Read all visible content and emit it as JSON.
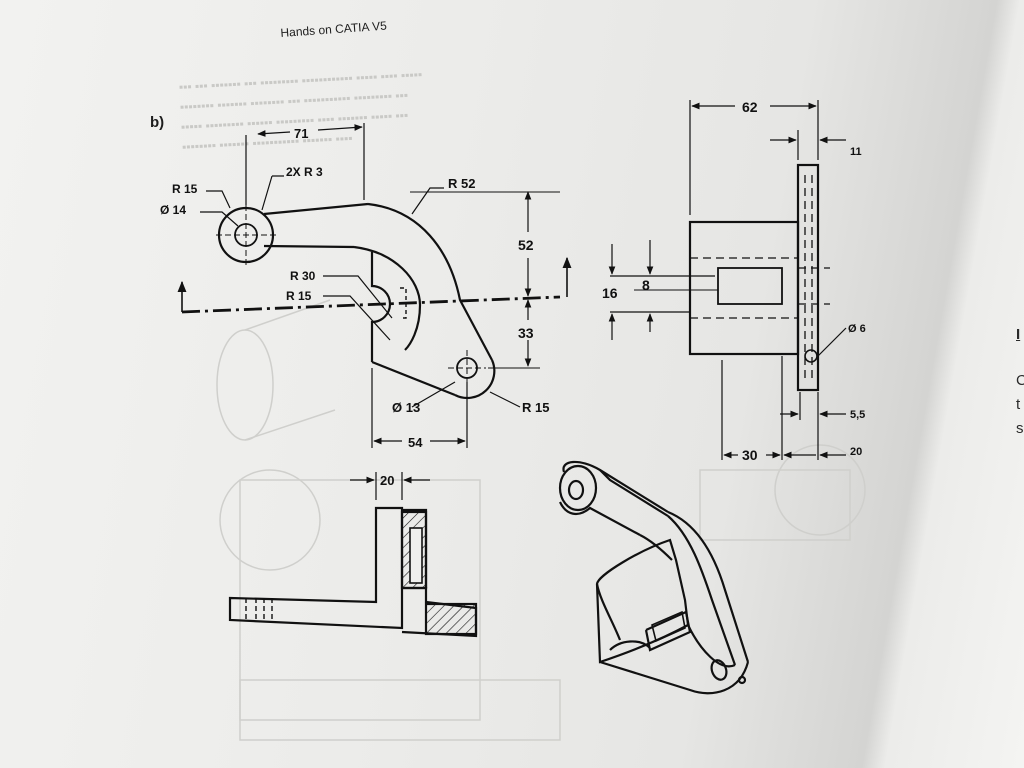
{
  "book": {
    "header_title": "Hands on CATIA V5",
    "sublabel": "b)"
  },
  "front_view": {
    "dims": {
      "width_top": "71",
      "two_x_r3": "2X R 3",
      "r15_boss": "R 15",
      "dia14": "Ø 14",
      "r52": "R 52",
      "r30": "R 30",
      "r15_inner": "R 15",
      "height_upper": "52",
      "height_lower": "33",
      "dia13": "Ø 13",
      "r15_lower": "R 15",
      "width_bottom": "54"
    }
  },
  "side_view": {
    "dims": {
      "width_total": "62",
      "flange_thickness": "11",
      "slot_height": "8",
      "block_height": "16",
      "dia6": "Ø 6",
      "offset_55": "5,5",
      "width_30": "30",
      "width_20": "20"
    }
  },
  "top_view": {
    "dims": {
      "width_20": "20"
    }
  },
  "right_page_fragments": [
    "I",
    "C",
    "t",
    "s"
  ],
  "colors": {
    "ink": "#111111",
    "paper": "#efefed"
  }
}
